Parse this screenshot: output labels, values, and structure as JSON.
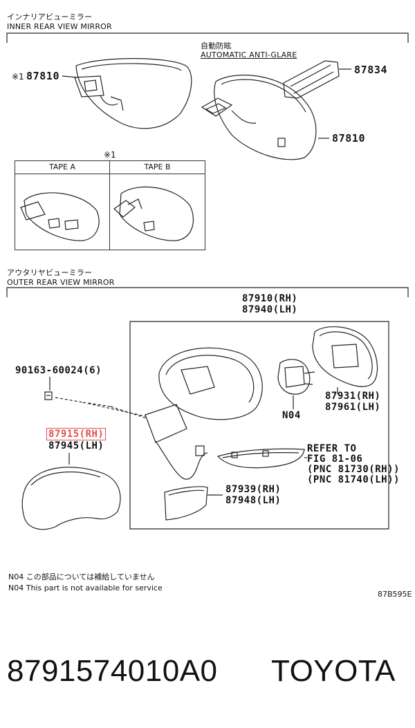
{
  "inner": {
    "title_jp": "インナリアビューミラー",
    "title_en": "INNER REAR VIEW MIRROR",
    "note_mark": "※1",
    "part_left": "87810",
    "anti_glare_jp": "自動防眩",
    "anti_glare_en": "AUTOMATIC ANTI-GLARE",
    "part_bracket": "87834",
    "part_right": "87810",
    "tape_mark": "※1",
    "tape_a": "TAPE A",
    "tape_b": "TAPE B"
  },
  "outer": {
    "title_jp": "アウタリヤビューミラー",
    "title_en": "OUTER REAR VIEW MIRROR",
    "assy_rh": "87910(RH)",
    "assy_lh": "87940(LH)",
    "screw": "90163-60024(6)",
    "cover_rh": "87915(RH)",
    "cover_lh": "87945(LH)",
    "glass_rh": "87931(RH)",
    "glass_lh": "87961(LH)",
    "n04": "N04",
    "refer_1": "REFER TO",
    "refer_2": "FIG 81-06",
    "refer_3": "(PNC 81730(RH))",
    "refer_4": "(PNC 81740(LH))",
    "base_rh": "87939(RH)",
    "base_lh": "87948(LH)"
  },
  "notes": {
    "jp": "N04 この部品については補給していません",
    "en": "N04 This part is not available for service",
    "fig_code": "87B595E"
  },
  "footer": {
    "part_number": "8791574010A0",
    "brand": "TOYOTA"
  }
}
